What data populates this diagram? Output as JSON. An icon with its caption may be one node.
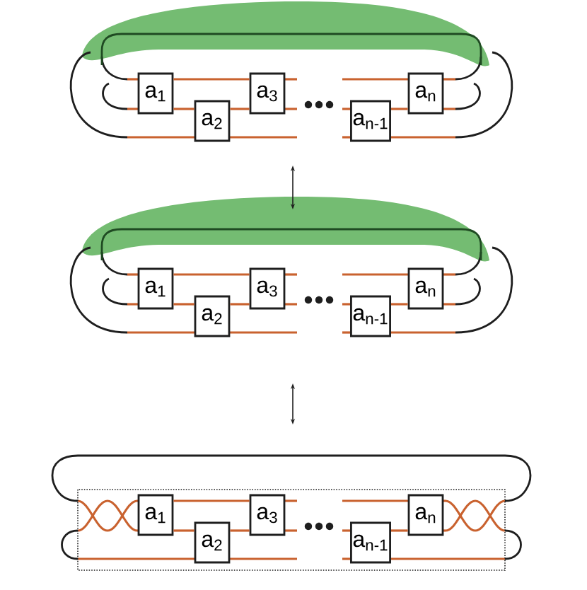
{
  "diagram": {
    "nodes": [
      {
        "text": [
          "a$_{1}$"
        ]
      },
      {
        "text": [
          "a$_{2}$"
        ]
      },
      {
        "text": [
          "a$_{3}$"
        ]
      },
      {
        "text": [
          "a$_{n-1}$"
        ]
      },
      {
        "text": [
          "a$_{n}$"
        ]
      },
      {
        "text": [
          "a$_{1}$"
        ]
      },
      {
        "text": [
          "a$_{2}$"
        ]
      },
      {
        "text": [
          "a$_{3}$"
        ]
      },
      {
        "text": [
          "a$_{n-1}$"
        ]
      },
      {
        "text": [
          "a$_{n}$"
        ]
      },
      {
        "text": [
          "a$_{1}$"
        ]
      },
      {
        "text": [
          "a$_{2}$"
        ]
      },
      {
        "text": [
          "a$_{3}$"
        ]
      },
      {
        "text": [
          "a$_{n-1}$"
        ]
      },
      {
        "text": [
          "a$_{n}$"
        ]
      }
    ],
    "edges": [
      {
        "from": 0,
        "to": 2,
        "arrow": "none"
      },
      {
        "from": 0,
        "to": 1,
        "arrow": "none"
      },
      {
        "from": 1,
        "to": 2,
        "arrow": "none"
      },
      {
        "from": 3,
        "to": 4,
        "arrow": "none"
      },
      {
        "from": 5,
        "to": 7,
        "arrow": "none"
      },
      {
        "from": 5,
        "to": 6,
        "arrow": "none"
      },
      {
        "from": 6,
        "to": 7,
        "arrow": "none"
      },
      {
        "from": 8,
        "to": 9,
        "arrow": "none"
      },
      {
        "from": 10,
        "to": 12,
        "arrow": "none"
      },
      {
        "from": 10,
        "to": 11,
        "arrow": "none"
      },
      {
        "from": 11,
        "to": 12,
        "arrow": "none"
      },
      {
        "from": 13,
        "to": 14,
        "arrow": "none"
      }
    ]
  }
}
